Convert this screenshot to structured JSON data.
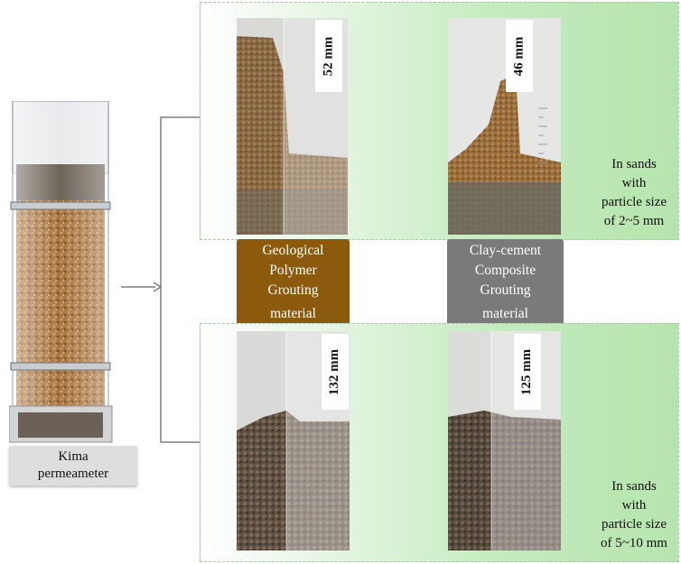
{
  "permeameter": {
    "label_line1": "Kima",
    "label_line2": "permeameter"
  },
  "materials": {
    "geological_polymer": {
      "lines": [
        "Geological",
        "Polymer",
        "Grouting",
        "material"
      ],
      "color": "#8c5a0c"
    },
    "clay_cement": {
      "lines": [
        "Clay-cement",
        "Composite",
        "Grouting",
        "material"
      ],
      "color": "#7a7a7a"
    }
  },
  "rows": {
    "small_sand": {
      "note_lines": [
        "In sands",
        "with",
        "particle size",
        "of 2~5 mm"
      ],
      "gp_value": "52 mm",
      "cc_value": "46 mm"
    },
    "large_sand": {
      "note_lines": [
        "In sands",
        "with",
        "particle size",
        "of 5~10 mm"
      ],
      "gp_value": "132 mm",
      "cc_value": "125 mm"
    }
  },
  "colors": {
    "panel_green": "#b6e4ae",
    "panel_border": "#a9c8a4",
    "connector": "#7f7f7f"
  }
}
